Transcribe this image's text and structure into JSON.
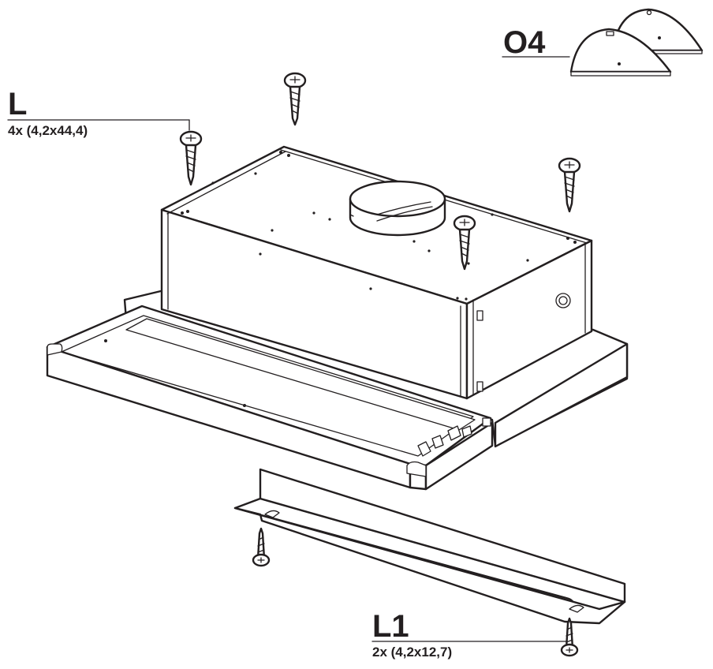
{
  "labels": {
    "o4": {
      "code": "O4"
    },
    "l": {
      "code": "L",
      "spec": "4x (4,2x44,4)"
    },
    "l1": {
      "code": "L1",
      "spec": "2x (4,2x12,7)"
    }
  },
  "colors": {
    "ink": "#231f20",
    "paper": "#ffffff"
  }
}
